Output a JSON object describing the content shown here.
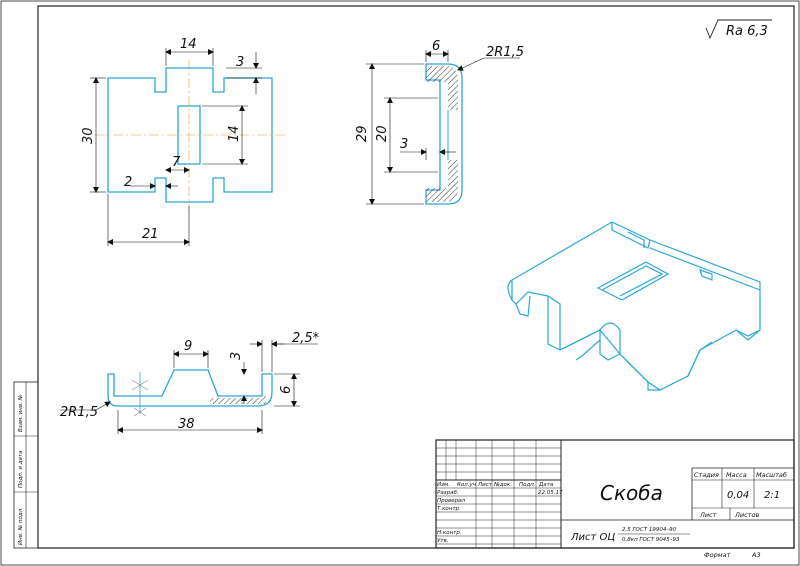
{
  "roughness": "Ra 6,3",
  "views": {
    "front": {
      "dims": [
        "14",
        "3",
        "30",
        "14",
        "7",
        "2",
        "21"
      ]
    },
    "side": {
      "dims": [
        "6",
        "2R1,5",
        "29",
        "20",
        "3"
      ]
    },
    "bottom": {
      "dims": [
        "9",
        "3",
        "2,5*",
        "6",
        "2R1,5",
        "38"
      ]
    }
  },
  "left_margin": {
    "labels": [
      "Инв. № подл.",
      "Подп. и дата",
      "Взам. инв. №"
    ]
  },
  "title_block": {
    "headers": [
      "Изм.",
      "Кол.уч",
      "Лист",
      "№док.",
      "Подп.",
      "Дата"
    ],
    "rows": [
      "Разраб.",
      "Проверил",
      "Т.контр.",
      "",
      "Н.контр.",
      "Утв."
    ],
    "date": "22.05.17",
    "name": "Скоба",
    "stage_header": "Стадия",
    "mass_header": "Масса",
    "scale_header": "Масштаб",
    "mass": "0,04",
    "scale": "2:1",
    "sheet": "Лист",
    "sheets": "Листов",
    "material_main": "Лист ОЦ",
    "material_top": "2,5 ГОСТ 19904–90",
    "material_bottom": "0,8кп ГОСТ 9045–93",
    "format": "Формат",
    "format_value": "А3"
  }
}
